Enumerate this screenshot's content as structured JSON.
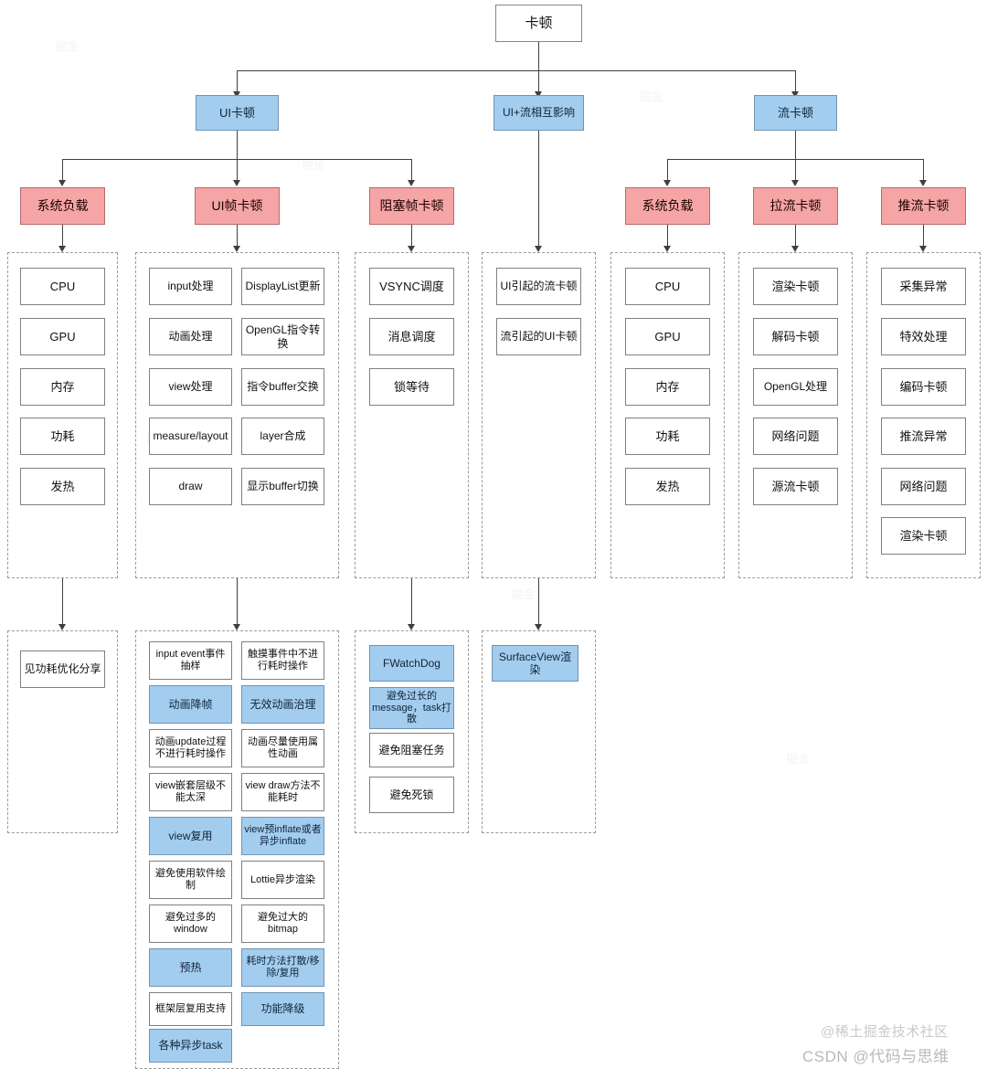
{
  "diagram": {
    "title": "卡顿",
    "root": {
      "label": "卡顿"
    },
    "level2": [
      {
        "label": "UI卡顿"
      },
      {
        "label": "UI+流相互影响"
      },
      {
        "label": "流卡顿"
      }
    ],
    "level3": [
      {
        "label": "系统负载"
      },
      {
        "label": "UI帧卡顿"
      },
      {
        "label": "阻塞帧卡顿"
      },
      {
        "label": "系统负载"
      },
      {
        "label": "拉流卡顿"
      },
      {
        "label": "推流卡顿"
      }
    ],
    "columns": [
      {
        "owner": "系统负载",
        "layout": "single",
        "items": [
          {
            "label": "CPU",
            "style": "plain"
          },
          {
            "label": "GPU",
            "style": "plain"
          },
          {
            "label": "内存",
            "style": "plain"
          },
          {
            "label": "功耗",
            "style": "plain"
          },
          {
            "label": "发热",
            "style": "plain"
          }
        ]
      },
      {
        "owner": "UI帧卡顿",
        "layout": "double",
        "items": [
          {
            "label": "input处理",
            "style": "plain"
          },
          {
            "label": "DisplayList更新",
            "style": "plain"
          },
          {
            "label": "动画处理",
            "style": "plain"
          },
          {
            "label": "OpenGL指令转换",
            "style": "plain"
          },
          {
            "label": "view处理",
            "style": "plain"
          },
          {
            "label": "指令buffer交换",
            "style": "plain"
          },
          {
            "label": "measure/layout",
            "style": "plain"
          },
          {
            "label": "layer合成",
            "style": "plain"
          },
          {
            "label": "draw",
            "style": "plain"
          },
          {
            "label": "显示buffer切换",
            "style": "plain"
          }
        ]
      },
      {
        "owner": "阻塞帧卡顿",
        "layout": "single",
        "items": [
          {
            "label": "VSYNC调度",
            "style": "plain"
          },
          {
            "label": "消息调度",
            "style": "plain"
          },
          {
            "label": "锁等待",
            "style": "plain"
          }
        ]
      },
      {
        "owner": "UI+流相互影响",
        "layout": "single",
        "items": [
          {
            "label": "UI引起的流卡顿",
            "style": "plain"
          },
          {
            "label": "流引起的UI卡顿",
            "style": "plain"
          }
        ]
      },
      {
        "owner": "系统负载(流)",
        "layout": "single",
        "items": [
          {
            "label": "CPU",
            "style": "plain"
          },
          {
            "label": "GPU",
            "style": "plain"
          },
          {
            "label": "内存",
            "style": "plain"
          },
          {
            "label": "功耗",
            "style": "plain"
          },
          {
            "label": "发热",
            "style": "plain"
          }
        ]
      },
      {
        "owner": "拉流卡顿",
        "layout": "single",
        "items": [
          {
            "label": "渲染卡顿",
            "style": "plain"
          },
          {
            "label": "解码卡顿",
            "style": "plain"
          },
          {
            "label": "OpenGL处理",
            "style": "plain"
          },
          {
            "label": "网络问题",
            "style": "plain"
          },
          {
            "label": "源流卡顿",
            "style": "plain"
          }
        ]
      },
      {
        "owner": "推流卡顿",
        "layout": "single",
        "items": [
          {
            "label": "采集异常",
            "style": "plain"
          },
          {
            "label": "特效处理",
            "style": "plain"
          },
          {
            "label": "编码卡顿",
            "style": "plain"
          },
          {
            "label": "推流异常",
            "style": "plain"
          },
          {
            "label": "网络问题",
            "style": "plain"
          },
          {
            "label": "渲染卡顿",
            "style": "plain"
          }
        ]
      }
    ],
    "solutions": [
      {
        "owner": "系统负载",
        "layout": "single",
        "items": [
          {
            "label": "见功耗优化分享",
            "style": "plain"
          }
        ]
      },
      {
        "owner": "UI帧卡顿",
        "layout": "double",
        "items": [
          {
            "label": "input event事件抽样",
            "style": "plain"
          },
          {
            "label": "触摸事件中不进行耗时操作",
            "style": "plain"
          },
          {
            "label": "动画降帧",
            "style": "blue"
          },
          {
            "label": "无效动画治理",
            "style": "blue"
          },
          {
            "label": "动画update过程不进行耗时操作",
            "style": "plain"
          },
          {
            "label": "动画尽量使用属性动画",
            "style": "plain"
          },
          {
            "label": "view嵌套层级不能太深",
            "style": "plain"
          },
          {
            "label": "view draw方法不能耗时",
            "style": "plain"
          },
          {
            "label": "view复用",
            "style": "blue"
          },
          {
            "label": "view预inflate或者异步inflate",
            "style": "blue"
          },
          {
            "label": "避免使用软件绘制",
            "style": "plain"
          },
          {
            "label": "Lottie异步渲染",
            "style": "plain"
          },
          {
            "label": "避免过多的window",
            "style": "plain"
          },
          {
            "label": "避免过大的bitmap",
            "style": "plain"
          },
          {
            "label": "预热",
            "style": "blue"
          },
          {
            "label": "耗时方法打散/移除/复用",
            "style": "blue"
          },
          {
            "label": "框架层复用支持",
            "style": "plain"
          },
          {
            "label": "功能降级",
            "style": "blue"
          },
          {
            "label": "各种异步task",
            "style": "blue"
          }
        ]
      },
      {
        "owner": "阻塞帧卡顿",
        "layout": "single",
        "items": [
          {
            "label": "FWatchDog",
            "style": "blue"
          },
          {
            "label": "避免过长的message，task打散",
            "style": "blue"
          },
          {
            "label": "避免阻塞任务",
            "style": "plain"
          },
          {
            "label": "避免死锁",
            "style": "plain"
          }
        ]
      },
      {
        "owner": "UI+流相互影响",
        "layout": "single",
        "items": [
          {
            "label": "SurfaceView渲染",
            "style": "blue"
          }
        ]
      }
    ]
  },
  "watermarks": {
    "primary": "@稀土掘金技术社区",
    "secondary": "CSDN @代码与思维",
    "ghost": "掘金"
  },
  "colors": {
    "blue_fill": "#a3cdee",
    "blue_border": "#6f94b4",
    "red_fill": "#f5a5a5",
    "red_border": "#b46a6a",
    "node_border": "#808080",
    "group_border": "#9a9a9a",
    "connector": "#3f3f3f"
  }
}
